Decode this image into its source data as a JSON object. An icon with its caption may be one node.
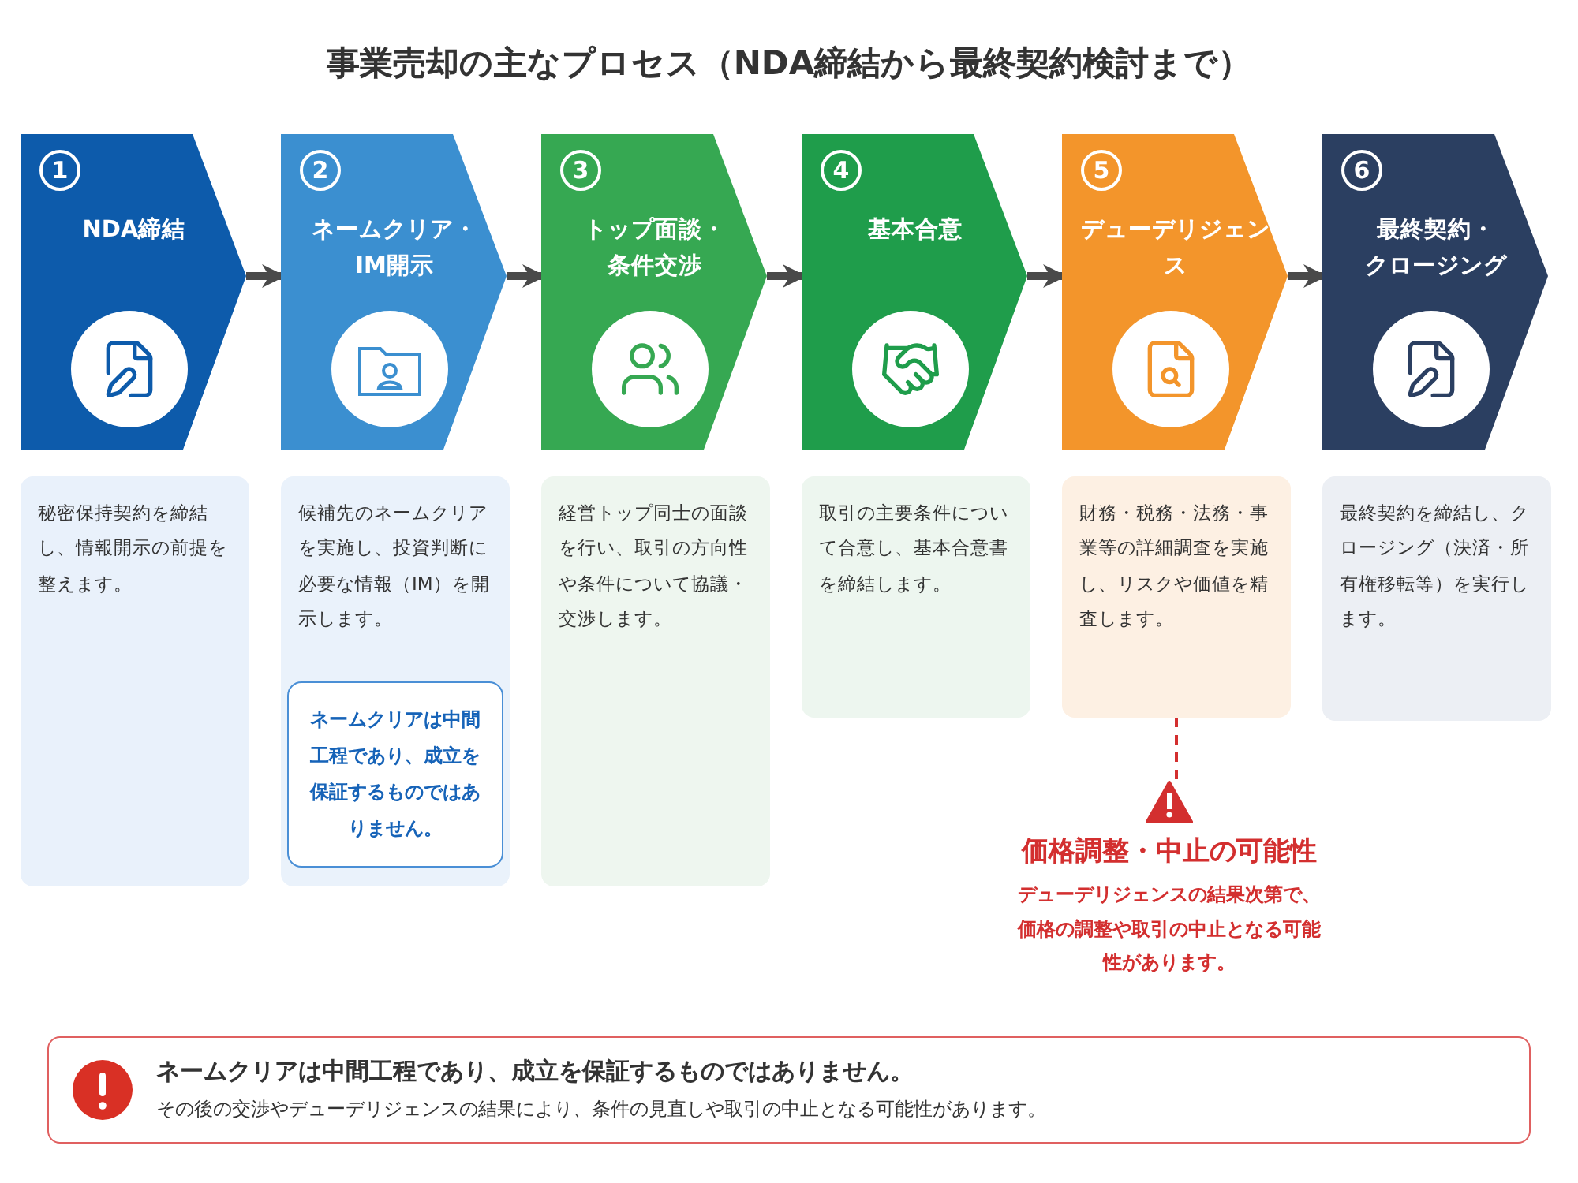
{
  "diagram": {
    "title": "事業売却の主なプロセス（NDA締結から最終契約検討まで）",
    "nodes": [
      {
        "text": [
          "1",
          "NDA締結"
        ]
      },
      {
        "text": [
          "2",
          "ネームクリア・IM開示"
        ]
      },
      {
        "text": [
          "3",
          "トップ面談・条件交渉"
        ]
      },
      {
        "text": [
          "4",
          "基本合意"
        ]
      },
      {
        "text": [
          "5",
          "デューデリジェンス"
        ]
      },
      {
        "text": [
          "6",
          "最終契約・クロージング"
        ]
      },
      {
        "text": [
          "秘密保持契約を締結し、情報開示の前提を整えます。"
        ]
      },
      {
        "text": [
          "候補先のネームクリアを実施し、投資判断に必要な情報（IM）を開示します。"
        ]
      },
      {
        "text": [
          "経営トップ同士の面談を行い、取引の方向性や条件について協議・交渉します。"
        ]
      },
      {
        "text": [
          "取引の主要条件について合意し、基本合意書を締結します。"
        ]
      },
      {
        "text": [
          "財務・税務・法務・事業等の詳細調査を実施し、リスクや価値を精査します。"
        ]
      },
      {
        "text": [
          "最終契約を締結し、クロージング（決済・所有権移転等）を実行します。"
        ]
      },
      {
        "text": [
          "ネームクリアは中間工程であり、成立を保証するものではありません。"
        ],
        "in": 7
      },
      {
        "text": [
          "価格調整・中止の可能性",
          "デューデリジェンスの結果次第で、価格の調整や取引の中止となる可能性があります。"
        ]
      },
      {
        "text": [
          "ネームクリアは中間工程であり、成立を保証するものではありません。",
          "その後の交渉やデューデリジェンスの結果により、条件の見直しや取引の中止となる可能性があります。"
        ]
      }
    ],
    "edges": [
      {
        "from": 0,
        "to": 1,
        "arrow": "to"
      },
      {
        "from": 1,
        "to": 2,
        "arrow": "to"
      },
      {
        "from": 2,
        "to": 3,
        "arrow": "to"
      },
      {
        "from": 3,
        "to": 4,
        "arrow": "to"
      },
      {
        "from": 4,
        "to": 5,
        "arrow": "to"
      },
      {
        "from": 10,
        "to": 13,
        "arrow": "none",
        "style": "dashed",
        "color": "#d32f2f"
      }
    ]
  }
}
